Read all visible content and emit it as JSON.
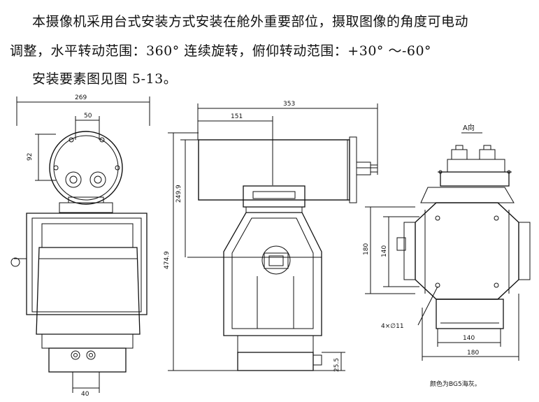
{
  "text": {
    "line1": "本摄像机采用台式安装方式安装在舱外重要部位，摄取图像的角度可电动",
    "line2": "调整，水平转动范围：360°  连续旋转，俯仰转动范围：+30°  ～-60°",
    "line3": "安装要素图见图 5-13。"
  },
  "drawing": {
    "front_view": {
      "dim_width": "269",
      "dim_top": "50",
      "dim_side": "92",
      "dim_bottom": "40"
    },
    "side_view": {
      "dim_total_width": "353",
      "dim_partial": "151",
      "dim_upper_height": "249.9",
      "dim_total_height": "474.9",
      "dim_base": "25.5"
    },
    "a_view": {
      "title": "A向",
      "dim_outer_height": "180",
      "dim_inner_height": "140",
      "hole_label": "4×∅11",
      "dim_inner_width": "140",
      "dim_outer_width": "180",
      "color_note": "颜色为BG5海灰。"
    }
  }
}
